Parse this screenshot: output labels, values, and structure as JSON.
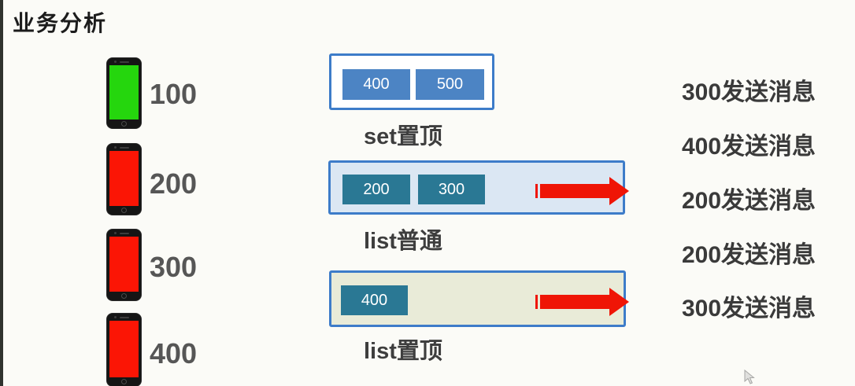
{
  "title": "业务分析",
  "colors": {
    "border_blue": "#3d7cc9",
    "box_blue": "#4c84c4",
    "box_teal": "#2a7894",
    "arrow_red": "#ef1506",
    "set_bg": "#ffffff",
    "list_normal_bg": "#dbe7f3",
    "list_top_bg": "#e9ebd8",
    "screen_green": "#25d60d",
    "screen_red": "#fb1505"
  },
  "phones": [
    {
      "label": "100",
      "screen": "#25d60d"
    },
    {
      "label": "200",
      "screen": "#fb1505"
    },
    {
      "label": "300",
      "screen": "#fb1505"
    },
    {
      "label": "400",
      "screen": "#fb1505"
    }
  ],
  "groups": [
    {
      "label": "set置顶",
      "bg": "#ffffff",
      "item_color": "#4c84c4",
      "items": [
        "400",
        "500"
      ],
      "has_arrow": false
    },
    {
      "label": "list普通",
      "bg": "#dbe7f3",
      "item_color": "#2a7894",
      "items": [
        "200",
        "300"
      ],
      "has_arrow": true
    },
    {
      "label": "list置顶",
      "bg": "#e9ebd8",
      "item_color": "#2a7894",
      "items": [
        "400"
      ],
      "has_arrow": true
    }
  ],
  "messages": [
    "300发送消息",
    "400发送消息",
    "200发送消息",
    "200发送消息",
    "300发送消息"
  ]
}
